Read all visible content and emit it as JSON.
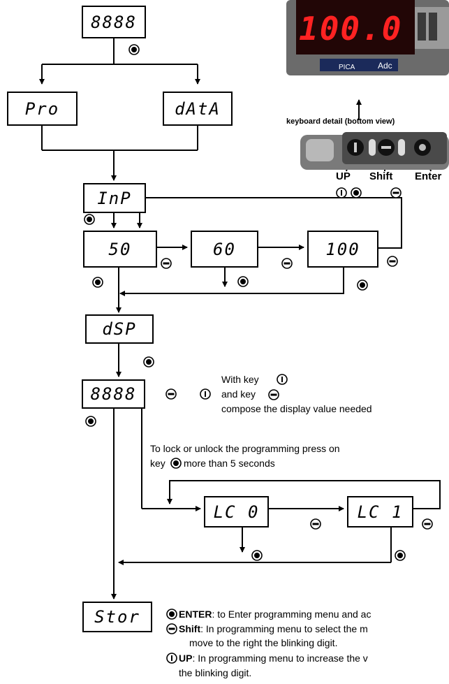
{
  "boxes": {
    "display": "8888",
    "pro": "Pro",
    "data": "dAtA",
    "inp": "InP",
    "v50": "50",
    "v60": "60",
    "v100": "100",
    "dsp": "dSP",
    "display2": "8888",
    "lc0": "LC 0",
    "lc1": "LC 1",
    "stor": "Stor"
  },
  "meter": {
    "digits": "100.0",
    "brand": "PICA",
    "unit": "Adc"
  },
  "keyboard": {
    "caption": "keyboard detail (bottom  view)",
    "up_label": "UP",
    "shift_label": "Shift",
    "enter_label": "Enter"
  },
  "notes": {
    "compose_1": "With key",
    "compose_2": "and key",
    "compose_3": "compose the display value needed",
    "lock_1": "To lock or unlock the programming press on",
    "lock_2a": "key",
    "lock_2b": "more than 5 seconds"
  },
  "legend": {
    "enter_title": "ENTER",
    "enter_text": ": to Enter programming menu and ac",
    "shift_title": "Shift",
    "shift_text": ": In programming menu to select the m",
    "shift_text2": "move to the right the blinking digit.",
    "up_title": "UP",
    "up_text": ": In programming menu to increase the v",
    "up_text2": "the blinking digit."
  }
}
